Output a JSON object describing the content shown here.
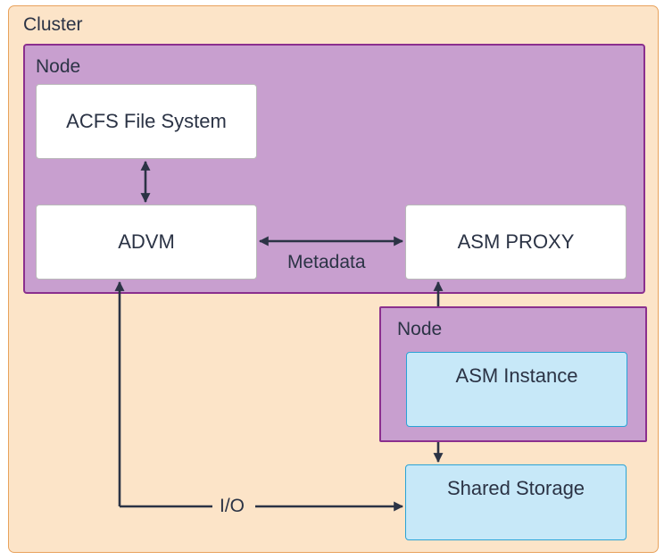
{
  "cluster": {
    "label": "Cluster"
  },
  "node_top": {
    "label": "Node"
  },
  "node_asm": {
    "label": "Node"
  },
  "components": {
    "acfs": "ACFS File System",
    "advm": "ADVM",
    "asm_proxy": "ASM PROXY",
    "asm_instance": "ASM Instance",
    "shared_storage": "Shared Storage"
  },
  "edge_labels": {
    "metadata": "Metadata",
    "io": "I/O"
  },
  "colors": {
    "cluster_fill": "#fce4c8",
    "cluster_border": "#e8a25c",
    "node_fill": "#c89fcf",
    "node_border": "#8b2f8e",
    "storage_fill": "#c7e8f8",
    "storage_border": "#2aa3d6",
    "arrow": "#2b3345"
  }
}
